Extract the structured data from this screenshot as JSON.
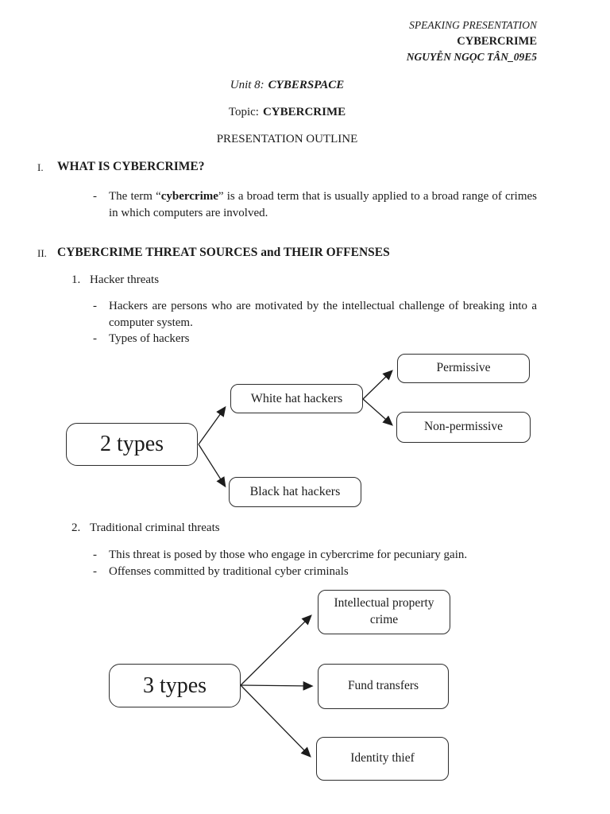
{
  "colors": {
    "text": "#1c1c1c",
    "border": "#2d2d2d",
    "background": "#ffffff"
  },
  "glyphs": {
    "dash": "-"
  },
  "header": {
    "line1": "SPEAKING PRESENTATION",
    "line2": "CYBERCRIME",
    "line3": "NGUYỄN NGỌC TÂN_09E5"
  },
  "titles": {
    "unit_label": "Unit 8:",
    "unit_value": "CYBERSPACE",
    "topic_label": "Topic:",
    "topic_value": "CYBERCRIME",
    "outline": "PRESENTATION OUTLINE"
  },
  "section1": {
    "numeral": "I.",
    "heading": "WHAT IS CYBERCRIME?",
    "bullet": {
      "pre": "The term “",
      "bold": "cybercrime",
      "post": "” is a broad term that is usually applied to a broad range of crimes in which computers are involved."
    }
  },
  "section2": {
    "numeral": "II.",
    "heading": "CYBERCRIME THREAT SOURCES and THEIR OFFENSES",
    "item1": {
      "number": "1.",
      "label": "Hacker threats",
      "bullet1": "Hackers are persons who are motivated by the intellectual challenge of breaking into a computer system.",
      "bullet2": "Types of hackers"
    },
    "item2": {
      "number": "2.",
      "label": "Traditional criminal threats",
      "bullet1": "This threat is posed by those who engage in cybercrime for pecuniary gain.",
      "bullet2": "Offenses committed by traditional cyber criminals"
    }
  },
  "diagram_hackers": {
    "root": "2 types",
    "white": "White hat hackers",
    "black": "Black hat hackers",
    "permissive": "Permissive",
    "non_permissive": "Non-permissive"
  },
  "diagram_criminal": {
    "root": "3 types",
    "child1": "Intellectual property crime",
    "child2": "Fund transfers",
    "child3": "Identity thief"
  }
}
